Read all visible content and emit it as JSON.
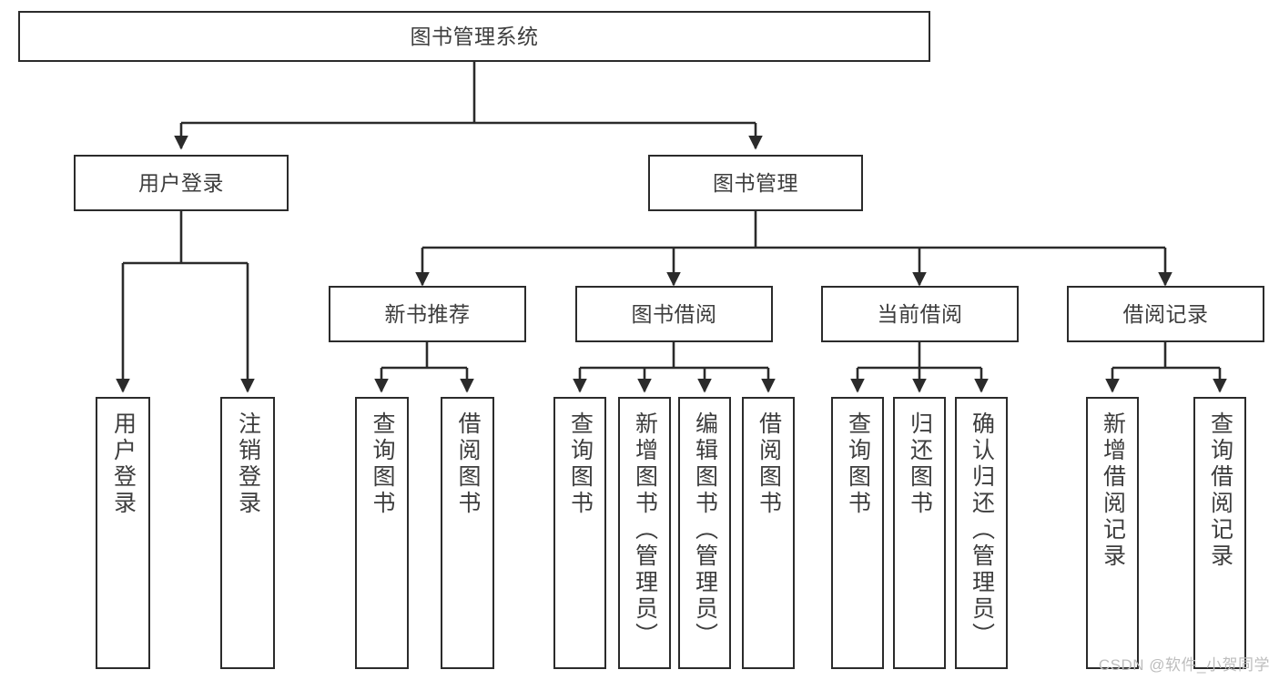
{
  "diagram": {
    "title": "图书管理系统",
    "type": "tree",
    "watermark": "CSDN @软件_小贺同学",
    "colors": {
      "stroke": "#2b2b2b",
      "text": "#3d3d3d",
      "background": "#ffffff",
      "watermark": "#bdbdbd"
    },
    "nodes": {
      "root": {
        "label": "图书管理系统"
      },
      "level2": [
        {
          "id": "user-login",
          "label": "用户登录"
        },
        {
          "id": "book-management",
          "label": "图书管理"
        }
      ],
      "level3": [
        {
          "id": "new-book-recommend",
          "label": "新书推荐"
        },
        {
          "id": "book-borrow",
          "label": "图书借阅"
        },
        {
          "id": "current-borrow",
          "label": "当前借阅"
        },
        {
          "id": "borrow-record",
          "label": "借阅记录"
        }
      ],
      "leaves": {
        "user_login": [
          {
            "id": "leaf-user-login",
            "label": "用户登录"
          },
          {
            "id": "leaf-logout-login",
            "label": "注销登录"
          }
        ],
        "new_book_recommend": [
          {
            "id": "leaf-query-book-1",
            "label": "查询图书"
          },
          {
            "id": "leaf-borrow-book-1",
            "label": "借阅图书"
          }
        ],
        "book_borrow": [
          {
            "id": "leaf-query-book-2",
            "label": "查询图书"
          },
          {
            "id": "leaf-add-book",
            "label": "新增图书（管理员）"
          },
          {
            "id": "leaf-edit-book",
            "label": "编辑图书（管理员）"
          },
          {
            "id": "leaf-borrow-book-2",
            "label": "借阅图书"
          }
        ],
        "current_borrow": [
          {
            "id": "leaf-query-book-3",
            "label": "查询图书"
          },
          {
            "id": "leaf-return-book",
            "label": "归还图书"
          },
          {
            "id": "leaf-confirm-return",
            "label": "确认归还（管理员）"
          }
        ],
        "borrow_record": [
          {
            "id": "leaf-add-record",
            "label": "新增借阅记录"
          },
          {
            "id": "leaf-query-record",
            "label": "查询借阅记录"
          }
        ]
      }
    }
  }
}
